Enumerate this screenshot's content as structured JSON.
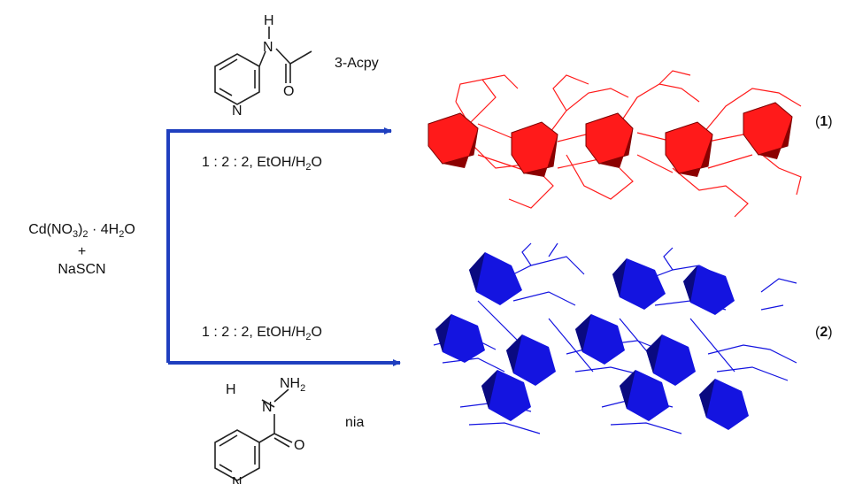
{
  "reactants": {
    "line1_prefix": "Cd(NO",
    "line1_sub1": "3",
    "line1_mid": ")",
    "line1_sub2": "2",
    "line1_dot": " · 4H",
    "line1_sub3": "2",
    "line1_suffix": "O",
    "plus": "+",
    "line3": "NaSCN"
  },
  "upper_path": {
    "ligand_name": "3-Acpy",
    "conditions_prefix": "1 : 2 : 2, EtOH/H",
    "conditions_sub": "2",
    "conditions_suffix": "O",
    "product_label_open": "(",
    "product_label_num": "1",
    "product_label_close": ")",
    "atoms": {
      "H": "H",
      "N_amide": "N",
      "O": "O",
      "N_ring": "N"
    }
  },
  "lower_path": {
    "ligand_name": "nia",
    "conditions_prefix": "1 : 2 : 2, EtOH/H",
    "conditions_sub": "2",
    "conditions_suffix": "O",
    "product_label_open": "(",
    "product_label_num": "2",
    "product_label_close": ")",
    "atoms": {
      "H": "H",
      "NH2_prefix": "NH",
      "NH2_sub": "2",
      "N_hydrazide": "N",
      "O": "O",
      "N_ring": "N"
    }
  },
  "colors": {
    "arrow": "#1f3fbf",
    "structure_1": "#ff1a1a",
    "structure_1_dark": "#7a0000",
    "structure_2": "#1414e0",
    "structure_2_dark": "#0a0a80"
  }
}
